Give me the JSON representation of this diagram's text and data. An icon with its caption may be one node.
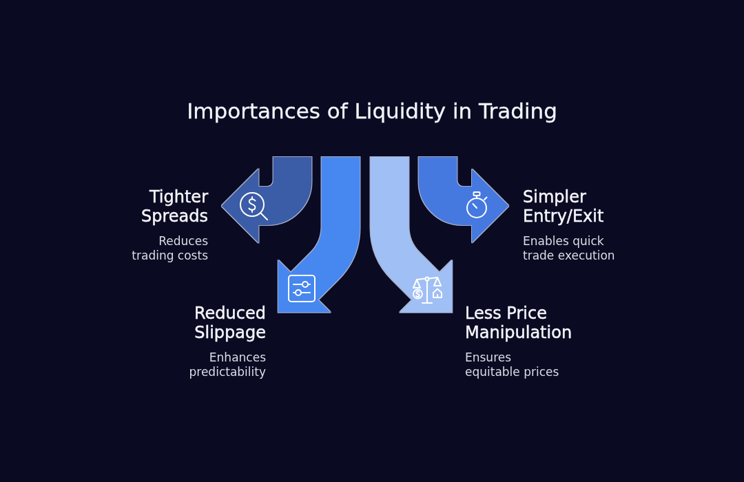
{
  "diagram": {
    "title": "Importances of Liquidity in Trading",
    "nodes": [
      {
        "text": [
          "Tighter Spreads",
          "Reduces trading costs"
        ]
      },
      {
        "text": [
          "Simpler Entry/Exit",
          "Enables quick trade execution"
        ]
      },
      {
        "text": [
          "Reduced Slippage",
          "Enhances predictability"
        ]
      },
      {
        "text": [
          "Less Price Manipulation",
          "Ensures equitable prices"
        ]
      }
    ],
    "edges": [
      {
        "from": null,
        "to": 0,
        "arrow": "to",
        "color": "#3b5ca6"
      },
      {
        "from": null,
        "to": 2,
        "arrow": "to",
        "color": "#4787f0"
      },
      {
        "from": null,
        "to": 3,
        "arrow": "to",
        "color": "#a0bff5"
      },
      {
        "from": null,
        "to": 1,
        "arrow": "to",
        "color": "#4479e0"
      }
    ]
  }
}
